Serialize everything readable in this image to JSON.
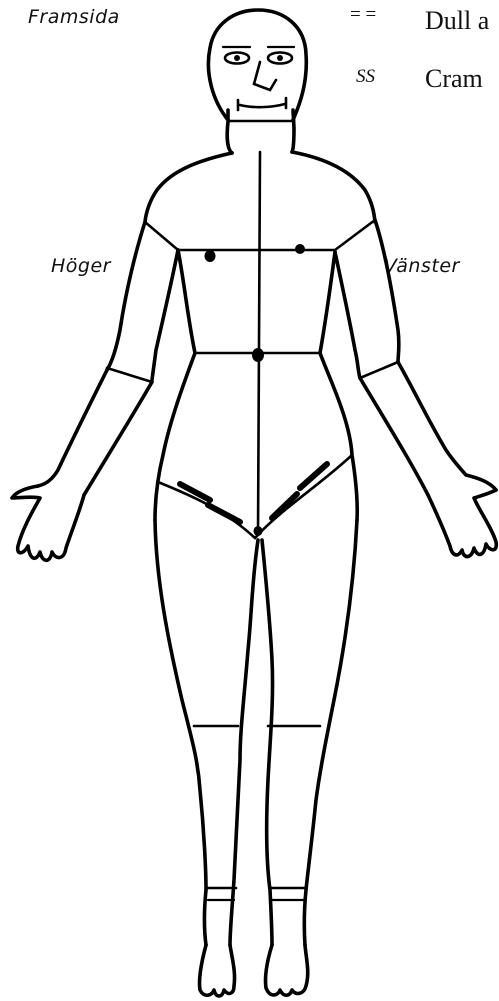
{
  "labels": {
    "front": "Framsida",
    "right": "Höger",
    "left": "Vänster"
  },
  "legend": [
    {
      "symbol": "= =",
      "text": "Dull a"
    },
    {
      "symbol": "SS",
      "text": "Cram"
    }
  ],
  "icons": {
    "figure": "body-front-outline-icon",
    "mark_dot": "pain-dot-marker",
    "mark_dash": "dull-ache-dash-marker"
  }
}
